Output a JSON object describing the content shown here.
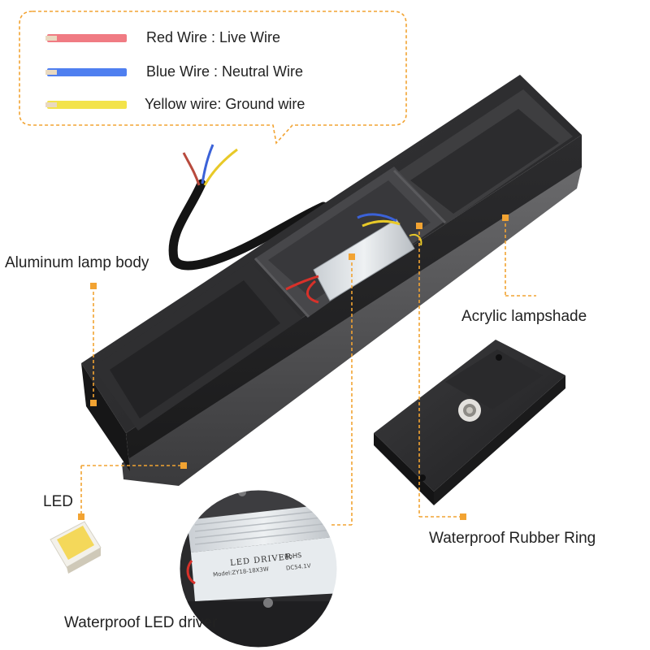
{
  "legend": {
    "items": [
      {
        "label": "Red Wire : Live Wire",
        "color": "#f07b83"
      },
      {
        "label": "Blue Wire : Neutral Wire",
        "color": "#4f7ff0"
      },
      {
        "label": "Yellow wire: Ground wire",
        "color": "#f3e34a"
      }
    ]
  },
  "callouts": {
    "body": "Aluminum lamp body",
    "shade": "Acrylic lampshade",
    "led": "LED",
    "ring": "Waterproof Rubber Ring",
    "driver": "Waterproof LED driver"
  },
  "driver_inset": {
    "title": "LED DRIVER",
    "rohs": "RoHS",
    "model": "Model:ZY18-18X3W",
    "output": "DC54.1V"
  },
  "colors": {
    "accent_orange": "#f2a332",
    "lamp_dark": "#2b2b2d",
    "wire_red": "#e24a3b",
    "wire_blue": "#3b62d8",
    "wire_yellow": "#e8c928"
  }
}
